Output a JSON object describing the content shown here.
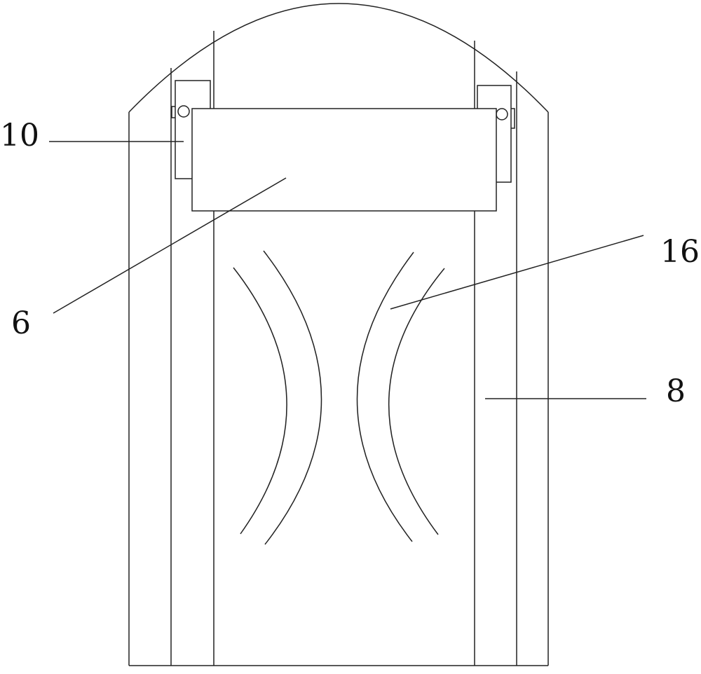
{
  "diagram": {
    "labels": {
      "ten": "10",
      "six": "6",
      "sixteen": "16",
      "eight": "8"
    },
    "colors": {
      "stroke": "#222222",
      "background": "#ffffff"
    }
  }
}
